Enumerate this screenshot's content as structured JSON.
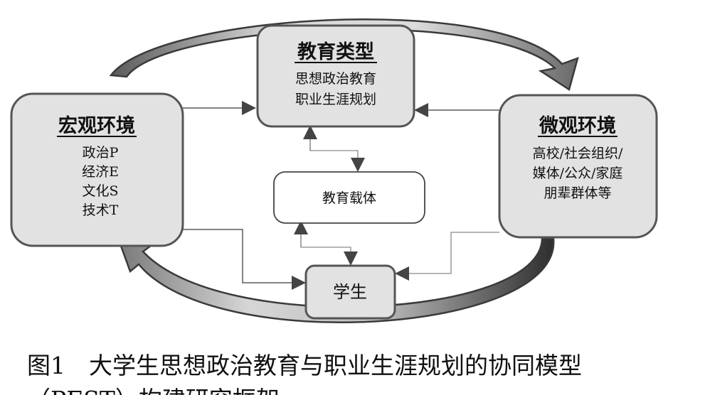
{
  "diagram": {
    "education_type": {
      "title": "教育类型",
      "lines": [
        "思想政治教育",
        "职业生涯规划"
      ]
    },
    "macro_environment": {
      "title": "宏观环境",
      "lines": [
        "政治P",
        "经济E",
        "文化S",
        "技术T"
      ]
    },
    "micro_environment": {
      "title": "微观环境",
      "lines": [
        "高校/社会组织/",
        "媒体/公众/家庭",
        "朋辈群体等"
      ]
    },
    "education_carrier": {
      "label": "教育载体"
    },
    "student": {
      "label": "学生"
    }
  },
  "caption": {
    "line1": "图1　大学生思想政治教育与职业生涯规划的协同模型",
    "line2_partial": "（PEST）构建研究框架"
  },
  "colors": {
    "box_fill": "#e2e2e2",
    "box_stroke": "#555555",
    "cycle_arrow_light": "#dcdcdc",
    "cycle_arrow_dark": "#454545"
  }
}
